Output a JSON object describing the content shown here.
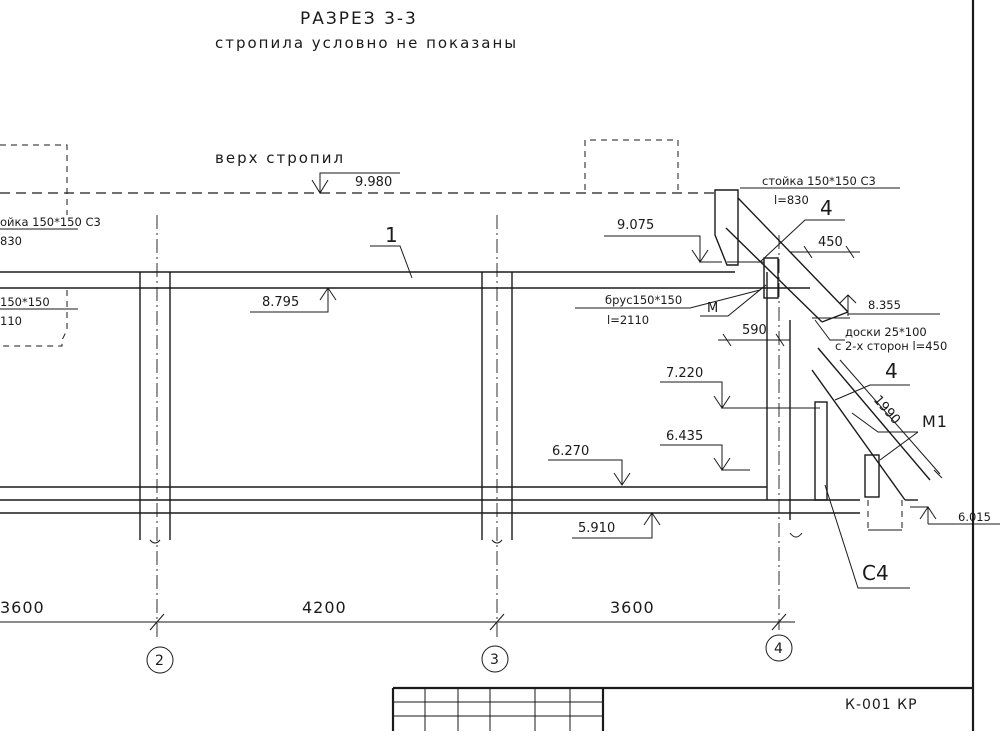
{
  "drawing": {
    "title": "РАЗРЕЗ 3-3",
    "subtitle": "стропила условно не показаны",
    "rafter_top_label": "верх стропил"
  },
  "elevations": {
    "e9980": "9.980",
    "e9075": "9.075",
    "e8795": "8.795",
    "e8355": "8.355",
    "e7220": "7.220",
    "e6435": "6.435",
    "e6270": "6.270",
    "e6015": "6.015",
    "e5910": "5.910"
  },
  "notes": {
    "post_left_1": "ойка 150*150 С3",
    "post_left_2": "830",
    "beam_left_1": "150*150",
    "beam_left_2": "110",
    "post_right_1": "стойка 150*150 С3",
    "post_right_2": "l=830",
    "beam_right_1": "брус150*150",
    "beam_right_2": "l=2110",
    "boards_1": "доски 25*100",
    "boards_2": "с 2-х сторон l=450"
  },
  "marks": {
    "m1": "1",
    "m4a": "4",
    "m4b": "4",
    "mM": "М",
    "mM1": "М1",
    "mC4": "С4"
  },
  "dimensions": {
    "d450": "450",
    "d590": "590",
    "d1990": "1990",
    "span_left": "3600",
    "span_mid": "4200",
    "span_right": "3600"
  },
  "axes": {
    "axis2": "2",
    "axis3": "3",
    "axis4": "4"
  },
  "title_block": {
    "code": "К-001   КР"
  }
}
